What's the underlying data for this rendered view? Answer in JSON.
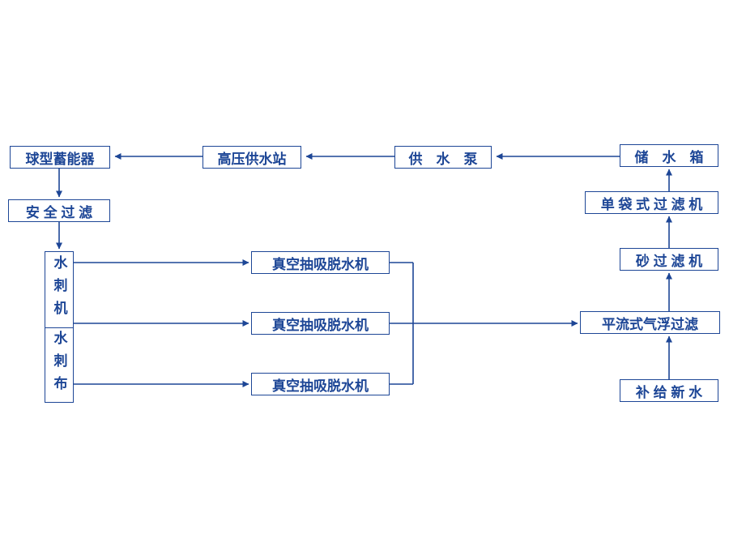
{
  "colors": {
    "accent": "#1d4696",
    "background": "#ffffff"
  },
  "diagram": {
    "type": "process-flow",
    "nodes": {
      "accumulator": "球型蓄能器",
      "high_pressure_station": "高压供水站",
      "supply_pump": "供　水　泵",
      "storage_tank": "储　水　箱",
      "single_bag_filter": "单 袋 式 过 滤 机",
      "safety_filter": "安 全 过 滤",
      "sand_filter": "砂 过 滤 机",
      "spunlace_machine": "水刺机",
      "spunlace_fabric": "水刺布",
      "vacuum_dewater_1": "真空抽吸脱水机",
      "vacuum_dewater_2": "真空抽吸脱水机",
      "vacuum_dewater_3": "真空抽吸脱水机",
      "air_flotation_filter": "平流式气浮过滤",
      "makeup_water": "补 给 新 水"
    },
    "edges": [
      "storage_tank -> supply_pump",
      "supply_pump -> high_pressure_station",
      "high_pressure_station -> accumulator",
      "accumulator -> safety_filter",
      "safety_filter -> spunlace_machine",
      "spunlace_machine -> vacuum_dewater_1",
      "spunlace_machine -> vacuum_dewater_2",
      "spunlace_machine -> vacuum_dewater_3",
      "vacuum_dewater_1 -> air_flotation_filter",
      "vacuum_dewater_2 -> air_flotation_filter",
      "vacuum_dewater_3 -> air_flotation_filter",
      "makeup_water -> air_flotation_filter",
      "air_flotation_filter -> sand_filter",
      "sand_filter -> single_bag_filter",
      "single_bag_filter -> storage_tank"
    ]
  }
}
